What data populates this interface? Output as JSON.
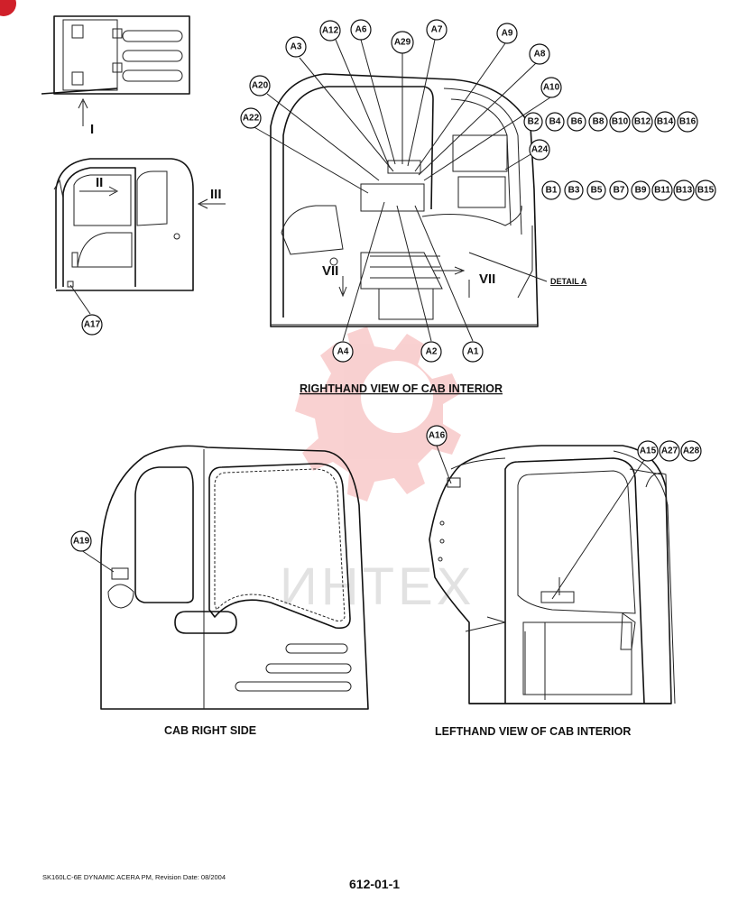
{
  "views": {
    "righthand_interior": "RIGHTHAND VIEW OF CAB INTERIOR",
    "cab_right_side": "CAB RIGHT SIDE",
    "lefthand_interior": "LEFTHAND VIEW OF CAB INTERIOR"
  },
  "detail_label": "DETAIL A",
  "view_markers": {
    "top_view": "I",
    "side_view_arrow": "II",
    "front_view_arrow": "III",
    "section_left": "VII",
    "section_right": "VII"
  },
  "callouts": {
    "A1": "A1",
    "A2": "A2",
    "A3": "A3",
    "A4": "A4",
    "A6": "A6",
    "A7": "A7",
    "A8": "A8",
    "A9": "A9",
    "A10": "A10",
    "A12": "A12",
    "A15": "A15",
    "A16": "A16",
    "A17": "A17",
    "A19": "A19",
    "A20": "A20",
    "A22": "A22",
    "A24": "A24",
    "A27": "A27",
    "A28": "A28",
    "A29": "A29",
    "B1": "B1",
    "B2": "B2",
    "B3": "B3",
    "B4": "B4",
    "B5": "B5",
    "B6": "B6",
    "B7": "B7",
    "B8": "B8",
    "B9": "B9",
    "B10": "B10",
    "B11": "B11",
    "B12": "B12",
    "B13": "B13",
    "B14": "B14",
    "B15": "B15",
    "B16": "B16"
  },
  "watermark": "ИНТЕХ",
  "footer": {
    "document": "SK160LC-6E DYNAMIC ACERA PM, Revision Date: 08/2004",
    "page": "612-01-1"
  },
  "colors": {
    "watermark_logo": "#e85a5a",
    "page_badge": "#d0202a"
  }
}
